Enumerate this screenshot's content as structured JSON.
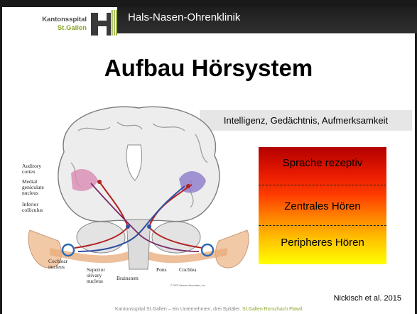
{
  "header": {
    "logo_line1": "Kantonsspital",
    "logo_line2": "St.Gallen",
    "clinic": "Hals-Nasen-Ohrenklinik"
  },
  "slide": {
    "title": "Aufbau Hörsystem",
    "top_box": "Intelligenz, Gedächtnis, Aufmerksamkeit",
    "levels": [
      "Sprache rezeptiv",
      "Zentrales Hören",
      "Peripheres Hören"
    ],
    "citation": "Nickisch et al. 2015"
  },
  "figure": {
    "labels": {
      "auditory": "Auditory",
      "cortex": "cortex",
      "medial": "Medial",
      "geniculate": "geniculate",
      "nucleus_mgn": "nucleus",
      "inferior": "Inferior",
      "colliculus": "colliculus",
      "cochlear": "Cochlear",
      "nucleus_cn": "nucleus",
      "superior": "Superior",
      "olivary": "olivary",
      "nucleus_son": "nucleus",
      "brainstem": "Brainstem",
      "pons": "Pons",
      "cochlea": "Cochlea",
      "copyright": "© 2003 Sinauer Associates, Inc."
    }
  },
  "footer": {
    "text": "Kantonsspital St.Gallen – ein Unternehmen, drei Spitäler. ",
    "sites": "St.Gallen  Rorschach  Flawil"
  },
  "colors": {
    "brand_green": "#8aa62a",
    "header_bg": "#2a2a2a",
    "gradient_top": "#b30000",
    "gradient_bottom": "#ffff00"
  }
}
